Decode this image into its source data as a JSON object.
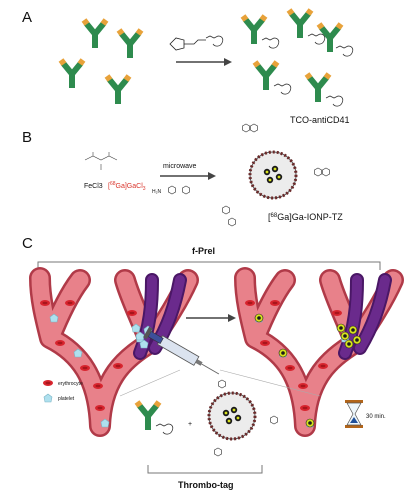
{
  "panels": {
    "a": {
      "letter": "A",
      "product_label": "TCO-antiCD41"
    },
    "b": {
      "letter": "B",
      "reagent_iron": "FeCl3",
      "reagent_ga_prefix": "[",
      "reagent_ga_iso": "68",
      "reagent_ga_suffix": "Ga]GaCl",
      "reagent_ga_sub": "3",
      "arrow_label": "microwave",
      "product_prefix": "[",
      "product_iso": "68",
      "product_suffix": "Ga]Ga-IONP-TZ",
      "nh2_label": "H₂N"
    },
    "c": {
      "letter": "C",
      "step_label": "f-PreI",
      "legend": {
        "erythrocyte": "erythrocyte",
        "platelet": "platelet"
      },
      "plus": "+",
      "time_label": "30 min.",
      "bottom_label": "Thrombo-tag"
    }
  },
  "colors": {
    "antibody_green": "#2e8b4e",
    "antibody_tips": "#e8a23a",
    "vessel_pink": "#e8818a",
    "vessel_dark": "#b03a48",
    "vein_purple": "#6a2a8c",
    "erythrocyte_red": "#d8252e",
    "platelet_blue": "#aee0ee",
    "reagent_red": "#d9342b",
    "hourglass": "#b2651a"
  },
  "icons": [
    "antibody-icon",
    "reaction-arrow-icon",
    "nanoparticle-icon",
    "syringe-icon",
    "hourglass-icon",
    "blood-vessel-icon"
  ]
}
